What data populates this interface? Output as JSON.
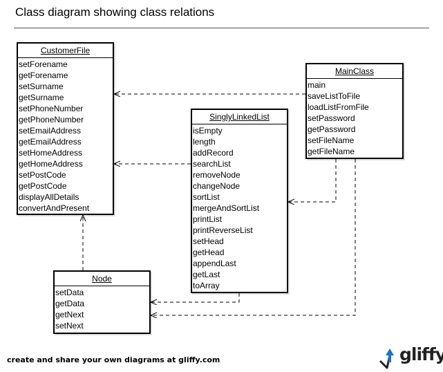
{
  "title": "Class diagram showing class relations",
  "classes": {
    "customer_file": {
      "name": "CustomerFile",
      "methods": [
        "setForename",
        "getForename",
        "setSurname",
        "getSurname",
        "setPhoneNumber",
        "getPhoneNumber",
        "setEmailAddress",
        "getEmailAddress",
        "setHomeAddress",
        "getHomeAddress",
        "setPostCode",
        "getPostCode",
        "displayAllDetails",
        "convertAndPresent"
      ]
    },
    "main_class": {
      "name": "MainClass",
      "methods": [
        "main",
        "saveListToFile",
        "loadListFromFile",
        "setPassword",
        "getPassword",
        "setFileName",
        "getFileName"
      ]
    },
    "singly_linked_list": {
      "name": "SinglyLinkedList",
      "methods": [
        "isEmpty",
        "length",
        "addRecord",
        "searchList",
        "removeNode",
        "changeNode",
        "sortList",
        "mergeAndSortList",
        "printList",
        "printReverseList",
        "setHead",
        "getHead",
        "appendLast",
        "getLast",
        "toArray"
      ]
    },
    "node": {
      "name": "Node",
      "methods": [
        "setData",
        "getData",
        "getNext",
        "setNext"
      ]
    }
  },
  "relations": [
    {
      "from": "MainClass",
      "to": "CustomerFile",
      "style": "dashed",
      "arrow": "open"
    },
    {
      "from": "SinglyLinkedList",
      "to": "CustomerFile",
      "style": "dashed",
      "arrow": "open"
    },
    {
      "from": "MainClass",
      "to": "SinglyLinkedList",
      "style": "dashed",
      "arrow": "open"
    },
    {
      "from": "SinglyLinkedList",
      "to": "Node",
      "style": "dashed",
      "arrow": "open"
    },
    {
      "from": "MainClass",
      "to": "Node",
      "style": "dashed",
      "arrow": "open"
    },
    {
      "from": "Node",
      "to": "CustomerFile",
      "style": "dashed",
      "arrow": "open"
    }
  ],
  "footer": {
    "text": "create and share your own diagrams at gliffy.com",
    "logo_text": "gliffy"
  },
  "colors": {
    "line": "#000000",
    "logo_blue": "#1e73be"
  }
}
